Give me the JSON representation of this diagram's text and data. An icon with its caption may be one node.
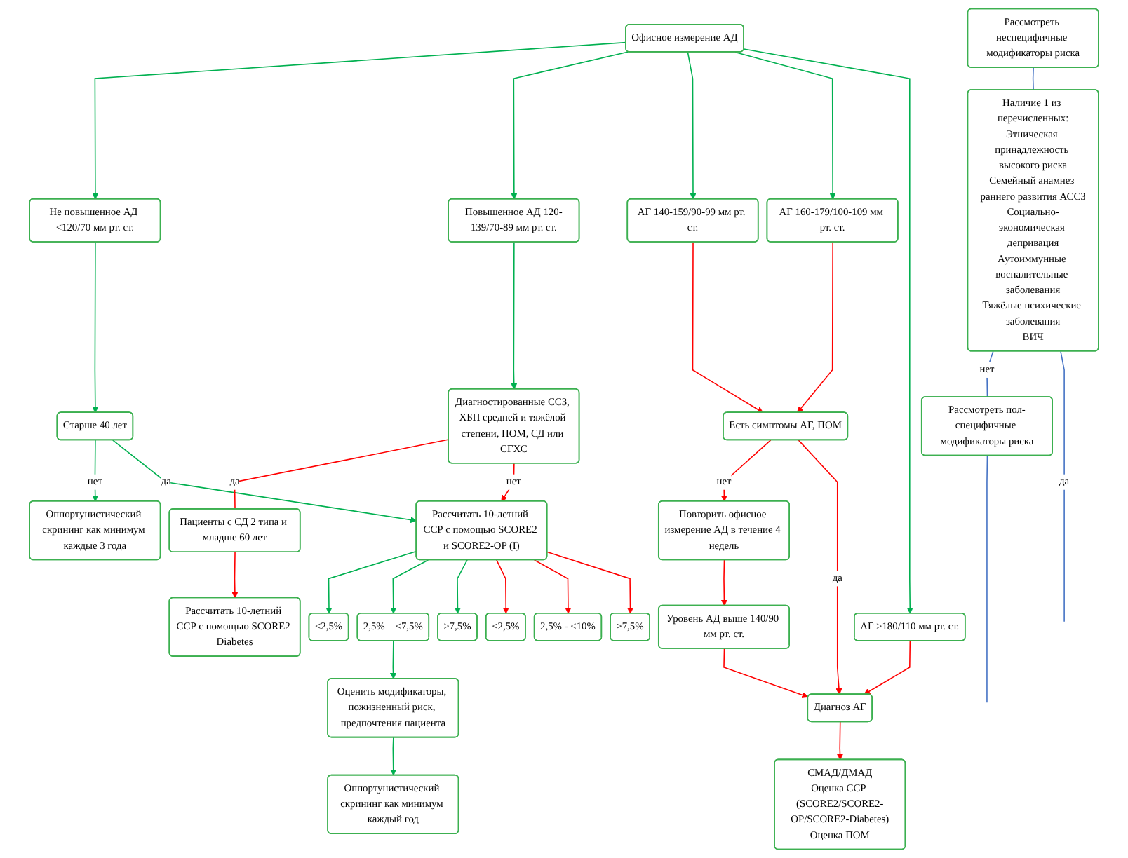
{
  "diagram": {
    "nodes": [
      {
        "text": [
          "Офисное измерение АД"
        ]
      },
      {
        "text": [
          "Не повышенное АД <120/70 мм рт. ст."
        ]
      },
      {
        "text": [
          "Повышенное АД 120-139/70-89 мм рт. ст."
        ]
      },
      {
        "text": [
          "АГ 140-159/90-99 мм рт. ст."
        ]
      },
      {
        "text": [
          "АГ 160-179/100-109 мм рт. ст."
        ]
      },
      {
        "text": [
          "АГ ≥180/110 мм рт. ст."
        ]
      },
      {
        "text": [
          "Старше 40 лет"
        ]
      },
      {
        "text": [
          "Диагностированные ССЗ, ХБП средней и тяжёлой степени, ПОМ, СД или СГХС"
        ]
      },
      {
        "text": [
          "Пациенты с СД 2 типа и младше 60 лет"
        ]
      },
      {
        "text": [
          "Рассчитать 10-летний ССР с помощью SCORE2 Diabetes"
        ]
      },
      {
        "text": [
          "Есть симптомы АГ, ПОМ"
        ]
      },
      {
        "text": [
          "Оппортунистический скрининг как минимум каждые 3 года"
        ]
      },
      {
        "text": [
          "Рассчитать 10-летний ССР с помощью SCORE2 и SCORE2-OP (I)"
        ]
      },
      {
        "text": [
          "Повторить офисное измерение АД в течение 4 недель"
        ]
      },
      {
        "text": [
          "Уровень АД выше 140/90 мм рт. ст."
        ]
      },
      {
        "text": [
          "Диагноз АГ"
        ]
      },
      {
        "text": [
          "<2,5%"
        ]
      },
      {
        "text": [
          "2,5% – <7,5%"
        ]
      },
      {
        "text": [
          "≥7,5%"
        ]
      },
      {
        "text": [
          "<2,5%"
        ]
      },
      {
        "text": [
          "2,5% - <10%"
        ]
      },
      {
        "text": [
          "≥7,5%"
        ]
      },
      {
        "text": [
          "СМАД/ДМАД",
          "Оценка ССР (SCORE2/SCORE2-OP/SCORE2-Diabetes)",
          "Оценка ПОМ"
        ]
      },
      {
        "text": [
          "Оценить модификаторы, пожизненный риск, предпочтения пациента"
        ]
      },
      {
        "text": [
          "Рассмотреть неспецифичные модификаторы риска"
        ]
      },
      {
        "text": [
          "Оппортунистический скрининг как минимум каждый год"
        ]
      },
      {
        "text": [
          "Наличие 1 из перечисленных:",
          "Этническая принадлежность высокого риска",
          "Семейный анамнез раннего развития АССЗ",
          "Социально-экономическая депривация",
          "Аутоиммунные воспалительные заболевания",
          "Тяжёлые психические заболевания",
          "ВИЧ"
        ]
      },
      {
        "text": [
          "Рассмотреть пол-специфичные модификаторы риска"
        ]
      }
    ],
    "edges": [
      {
        "from": 0,
        "to": 1,
        "arrow": "to"
      },
      {
        "from": 0,
        "to": 2,
        "arrow": "to"
      },
      {
        "from": 0,
        "to": 3,
        "arrow": "to"
      },
      {
        "from": 0,
        "to": 4,
        "arrow": "to"
      },
      {
        "from": 0,
        "to": 5,
        "arrow": "to"
      },
      {
        "from": 1,
        "to": 6,
        "arrow": "to"
      },
      {
        "from": 2,
        "to": 7,
        "arrow": "to"
      },
      {
        "from": 6,
        "to": 11,
        "arrow": "to",
        "label": "нет"
      },
      {
        "from": 6,
        "to": 12,
        "arrow": "to",
        "label": "да"
      },
      {
        "from": 7,
        "to": 8,
        "arrow": "none",
        "label": "да",
        "color": "#ff0000"
      },
      {
        "from": 7,
        "to": 12,
        "arrow": "to",
        "label": "нет",
        "color": "#ff0000"
      },
      {
        "from": 8,
        "to": 9,
        "arrow": "to",
        "color": "#ff0000"
      },
      {
        "from": 3,
        "to": 10,
        "arrow": "to",
        "color": "#ff0000"
      },
      {
        "from": 4,
        "to": 10,
        "arrow": "to",
        "color": "#ff0000"
      },
      {
        "from": 10,
        "to": 13,
        "arrow": "to",
        "label": "нет",
        "color": "#ff0000"
      },
      {
        "from": 10,
        "to": 15,
        "arrow": "to",
        "label": "да",
        "color": "#ff0000"
      },
      {
        "from": 5,
        "to": 15,
        "arrow": "to",
        "color": "#ff0000"
      },
      {
        "from": 13,
        "to": 14,
        "arrow": "to",
        "color": "#ff0000"
      },
      {
        "from": 14,
        "to": 15,
        "arrow": "to",
        "color": "#ff0000"
      },
      {
        "from": 15,
        "to": 22,
        "arrow": "to",
        "color": "#ff0000"
      },
      {
        "from": 12,
        "to": 16,
        "arrow": "to"
      },
      {
        "from": 12,
        "to": 17,
        "arrow": "to"
      },
      {
        "from": 12,
        "to": 18,
        "arrow": "to"
      },
      {
        "from": 12,
        "to": 19,
        "arrow": "to",
        "color": "#ff0000"
      },
      {
        "from": 12,
        "to": 20,
        "arrow": "to",
        "color": "#ff0000"
      },
      {
        "from": 12,
        "to": 21,
        "arrow": "to",
        "color": "#ff0000"
      },
      {
        "from": 17,
        "to": 23,
        "arrow": "to"
      },
      {
        "from": 23,
        "to": 25,
        "arrow": "to"
      },
      {
        "from": 24,
        "to": 26,
        "arrow": "none",
        "color": "#4472c4"
      },
      {
        "from": 26,
        "to": 27,
        "arrow": "none",
        "label": "нет",
        "color": "#4472c4"
      },
      {
        "from": 26,
        "to": null,
        "arrow": "none",
        "label": "да",
        "color": "#4472c4"
      },
      {
        "from": 27,
        "to": null,
        "arrow": "none",
        "color": "#4472c4"
      }
    ]
  }
}
